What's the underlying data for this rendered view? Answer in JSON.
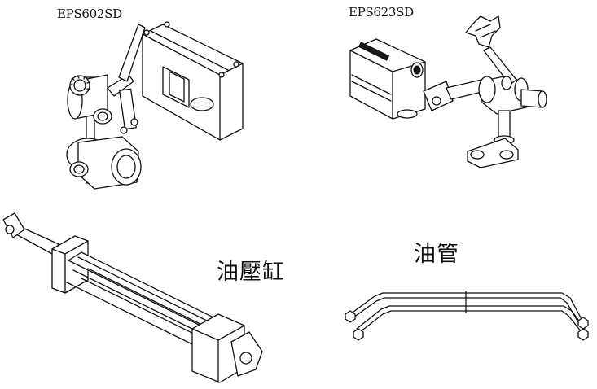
{
  "labels": {
    "eps602sd": "EPS602SD",
    "eps623sd": "EPS623SD",
    "hydraulic_cylinder": "油壓缸",
    "oil_pipe": "油管"
  }
}
